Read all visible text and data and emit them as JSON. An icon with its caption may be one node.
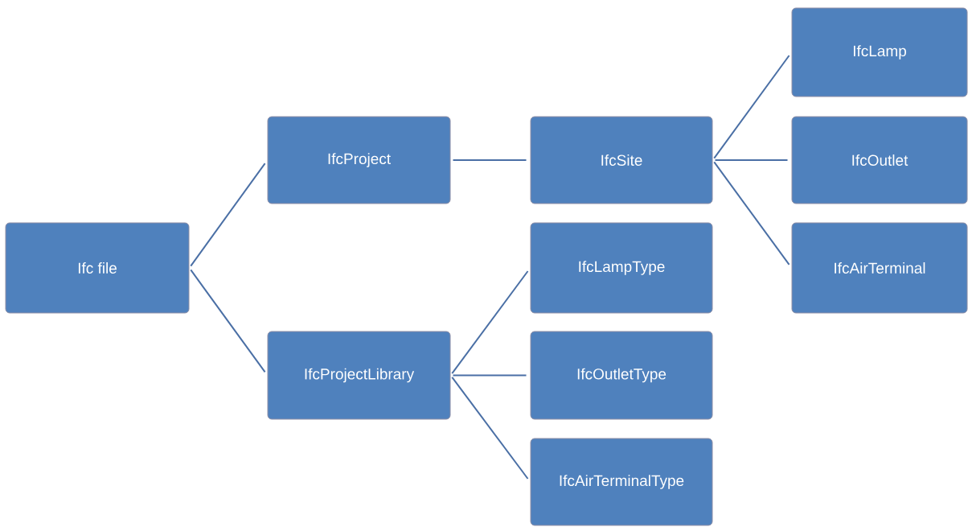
{
  "diagram": {
    "nodes": [
      {
        "text": [
          "Ifc file"
        ]
      },
      {
        "text": [
          "IfcProject"
        ]
      },
      {
        "text": [
          "IfcProjectLibrary"
        ]
      },
      {
        "text": [
          "IfcSite"
        ]
      },
      {
        "text": [
          "IfcLampType"
        ]
      },
      {
        "text": [
          "IfcOutletType"
        ]
      },
      {
        "text": [
          "IfcAirTerminalType"
        ]
      },
      {
        "text": [
          "IfcLamp"
        ]
      },
      {
        "text": [
          "IfcOutlet"
        ]
      },
      {
        "text": [
          "IfcAirTerminal"
        ]
      }
    ],
    "edges": [
      {
        "from": 0,
        "to": 1,
        "arrow": "none"
      },
      {
        "from": 0,
        "to": 2,
        "arrow": "none"
      },
      {
        "from": 1,
        "to": 3,
        "arrow": "none"
      },
      {
        "from": 2,
        "to": 4,
        "arrow": "none"
      },
      {
        "from": 2,
        "to": 5,
        "arrow": "none"
      },
      {
        "from": 2,
        "to": 6,
        "arrow": "none"
      },
      {
        "from": 3,
        "to": 7,
        "arrow": "none"
      },
      {
        "from": 3,
        "to": 8,
        "arrow": "none"
      },
      {
        "from": 3,
        "to": 9,
        "arrow": "none"
      }
    ]
  }
}
